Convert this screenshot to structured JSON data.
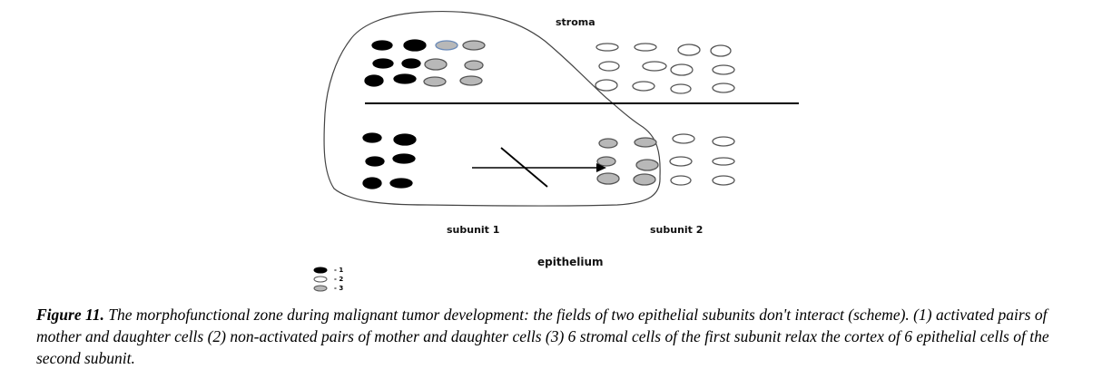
{
  "labels": {
    "stroma": "stroma",
    "epithelium": "epithelium",
    "subunit1": "subunit 1",
    "subunit2": "subunit 2"
  },
  "legend": [
    {
      "marker": "black-filled",
      "label": "- 1"
    },
    {
      "marker": "white-outline",
      "label": "- 2"
    },
    {
      "marker": "gray-filled",
      "label": "- 3"
    }
  ],
  "caption": {
    "figure_label": "Figure 11.",
    "text": " The morphofunctional zone during malignant tumor development: the fields of two epithelial subunits don't interact (scheme). (1) activated pairs of mother and daughter cells (2) non-activated pairs of mother and daughter cells (3) 6 stromal cells of the first subunit relax the cortex of 6 epithelial cells of the second subunit."
  },
  "colors": {
    "black": "#000000",
    "gray": "#b8b8b8",
    "white": "#ffffff",
    "outline": "#555555"
  }
}
